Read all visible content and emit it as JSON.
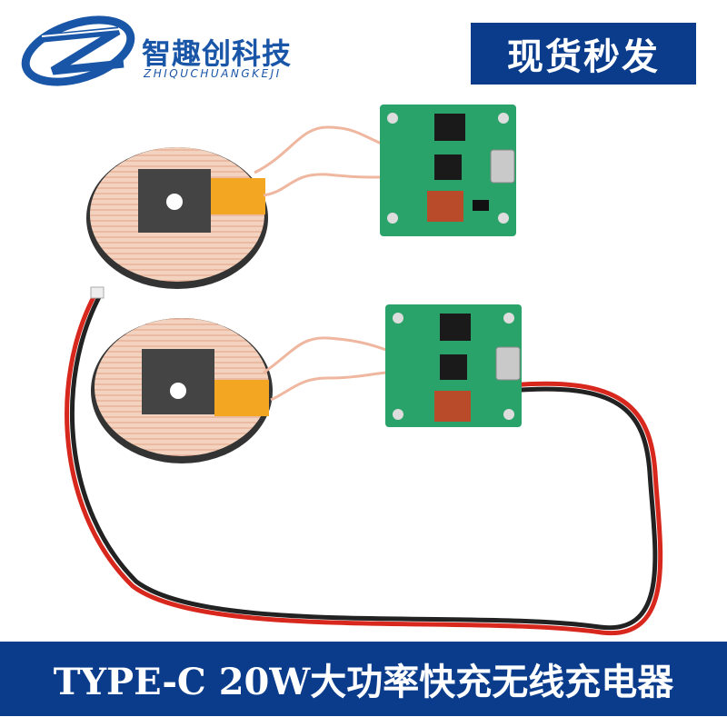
{
  "brand": {
    "name_cn": "智趣创科技",
    "name_en": "ZHIQUCHUANGKEJI",
    "logo_icon": "z-swoosh-logo-icon"
  },
  "badge": {
    "text": "现货秒发"
  },
  "banner": {
    "text": "TYPE-C 20W大功率快充无线充电器"
  },
  "photo": {
    "subject": "wireless-charger-modules",
    "items": [
      "coil-icon",
      "pcb-board-icon",
      "coil-icon",
      "pcb-board-icon",
      "red-black-cable-icon"
    ]
  },
  "colors": {
    "brand_blue": "#0b3c8c",
    "logo_blue": "#1a56a8",
    "pcb_green": "#2aa36a",
    "copper": "#e6a27a"
  }
}
